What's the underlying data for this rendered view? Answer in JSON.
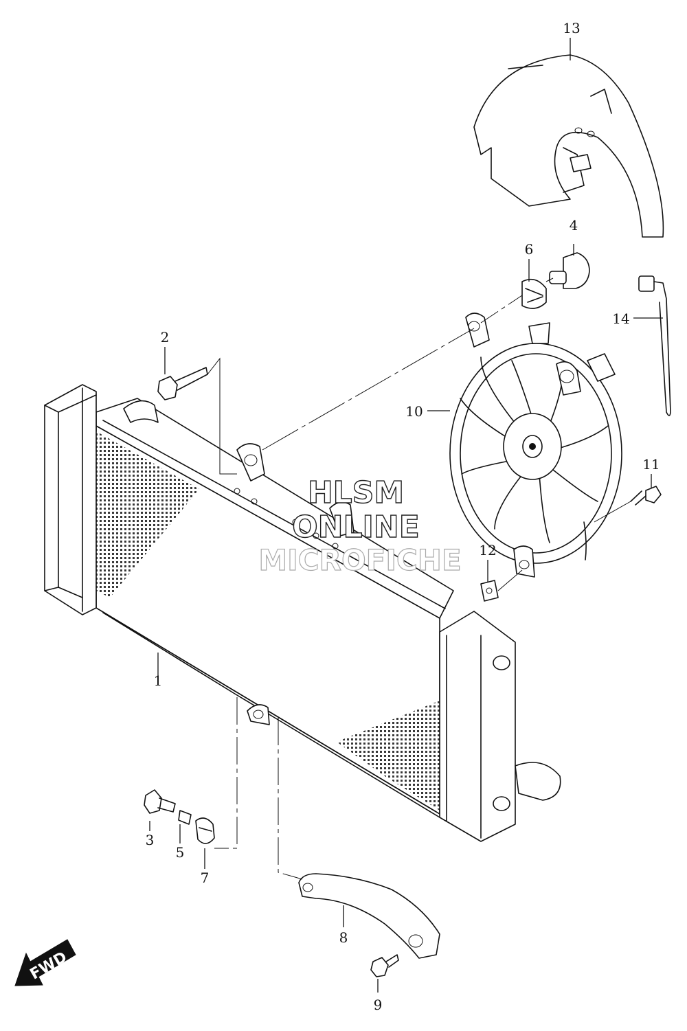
{
  "callouts": [
    {
      "id": "1",
      "label": "1"
    },
    {
      "id": "2",
      "label": "2"
    },
    {
      "id": "3",
      "label": "3"
    },
    {
      "id": "4",
      "label": "4"
    },
    {
      "id": "5",
      "label": "5"
    },
    {
      "id": "6",
      "label": "6"
    },
    {
      "id": "7",
      "label": "7"
    },
    {
      "id": "8",
      "label": "8"
    },
    {
      "id": "9",
      "label": "9"
    },
    {
      "id": "10",
      "label": "10"
    },
    {
      "id": "11",
      "label": "11"
    },
    {
      "id": "12",
      "label": "12"
    },
    {
      "id": "13",
      "label": "13"
    },
    {
      "id": "14",
      "label": "14"
    }
  ],
  "watermark": {
    "line1": "HLSM",
    "line2": "ONLINE",
    "line3": "MICROFICHE"
  },
  "direction_badge": {
    "label": "FWD"
  }
}
